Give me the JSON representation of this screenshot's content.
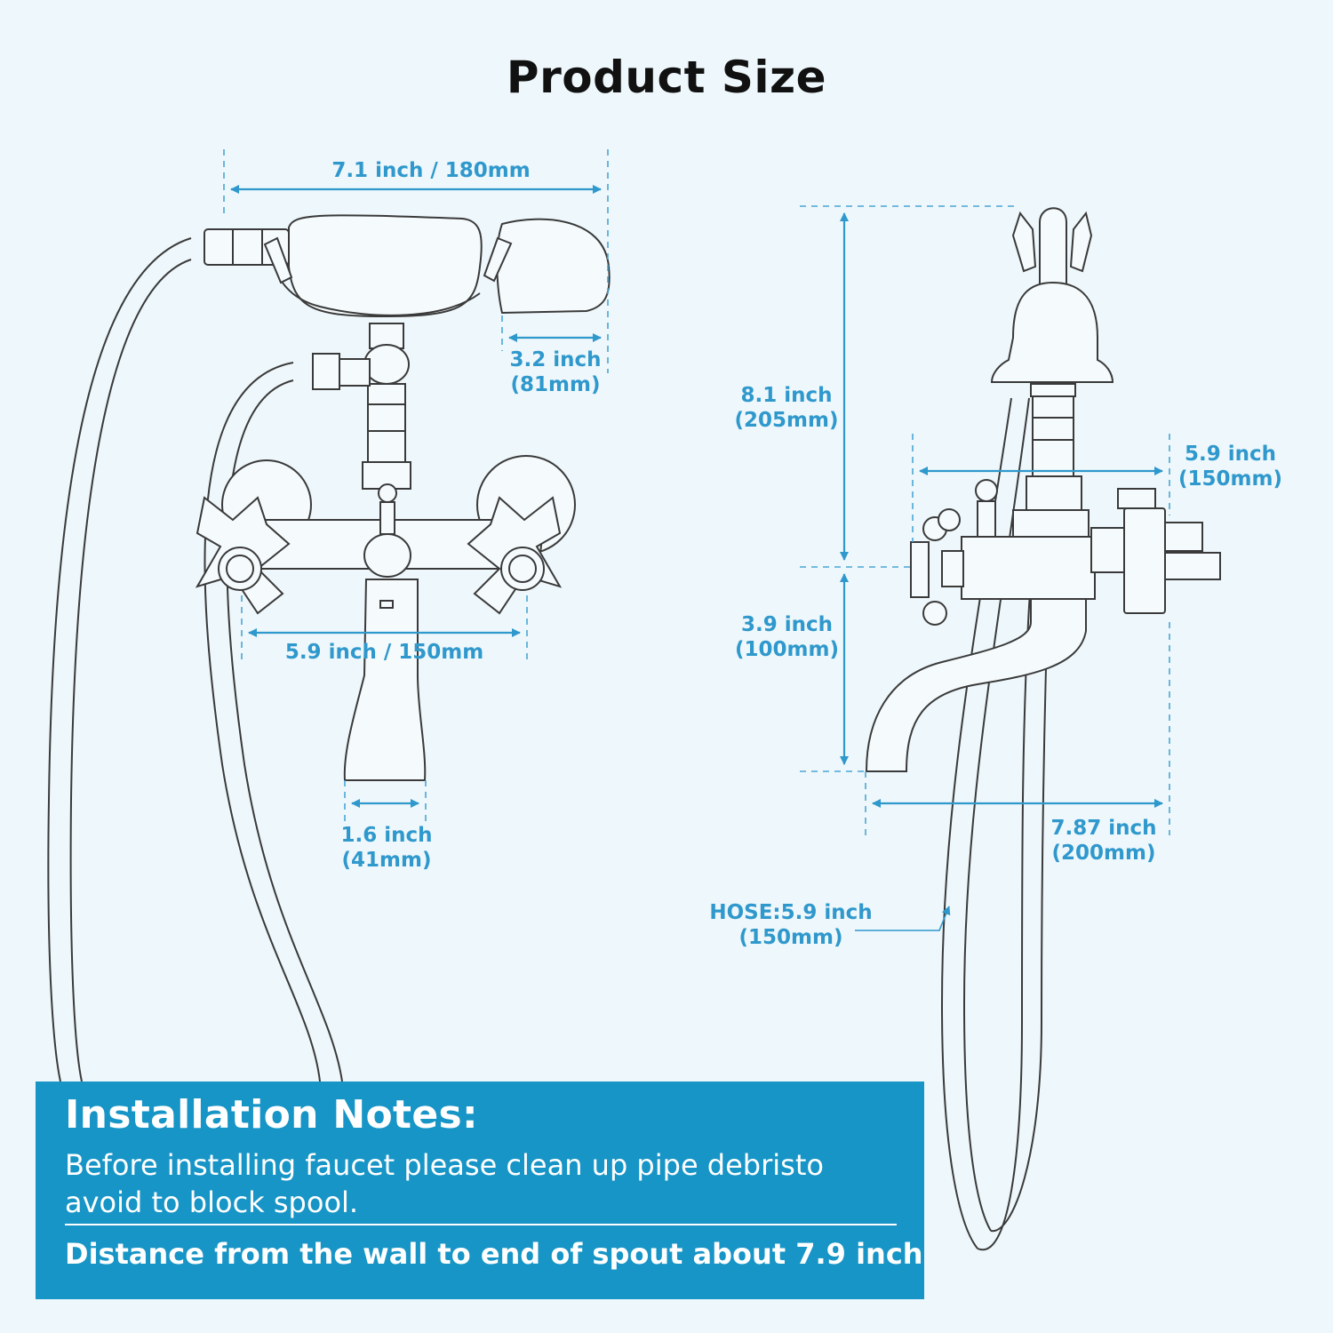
{
  "title": "Product Size",
  "dimensions": {
    "handshower_length": "7.1 inch / 180mm",
    "handshower_head": {
      "inch": "3.2 inch",
      "mm": "(81mm)"
    },
    "handle_spacing": "5.9 inch / 150mm",
    "spout_width": {
      "inch": "1.6 inch",
      "mm": "(41mm)"
    },
    "total_height": {
      "inch": "8.1 inch",
      "mm": "(205mm)"
    },
    "side_depth": {
      "inch": "5.9 inch",
      "mm": "(150mm)"
    },
    "spout_drop": {
      "inch": "3.9 inch",
      "mm": "(100mm)"
    },
    "spout_reach": {
      "inch": "7.87 inch",
      "mm": "(200mm)"
    },
    "hose": {
      "inch": "HOSE:5.9 inch",
      "mm": "(150mm)"
    }
  },
  "installation_notes": {
    "heading": "Installation Notes:",
    "body": "Before installing faucet please clean up pipe debristo avoid to block spool.",
    "footer": "Distance from the wall to end of spout about 7.9 inch"
  },
  "colors": {
    "background": "#eef7fb",
    "accent": "#2f98cc",
    "notes_panel": "#1795c6",
    "outline": "#3a3a3a"
  }
}
